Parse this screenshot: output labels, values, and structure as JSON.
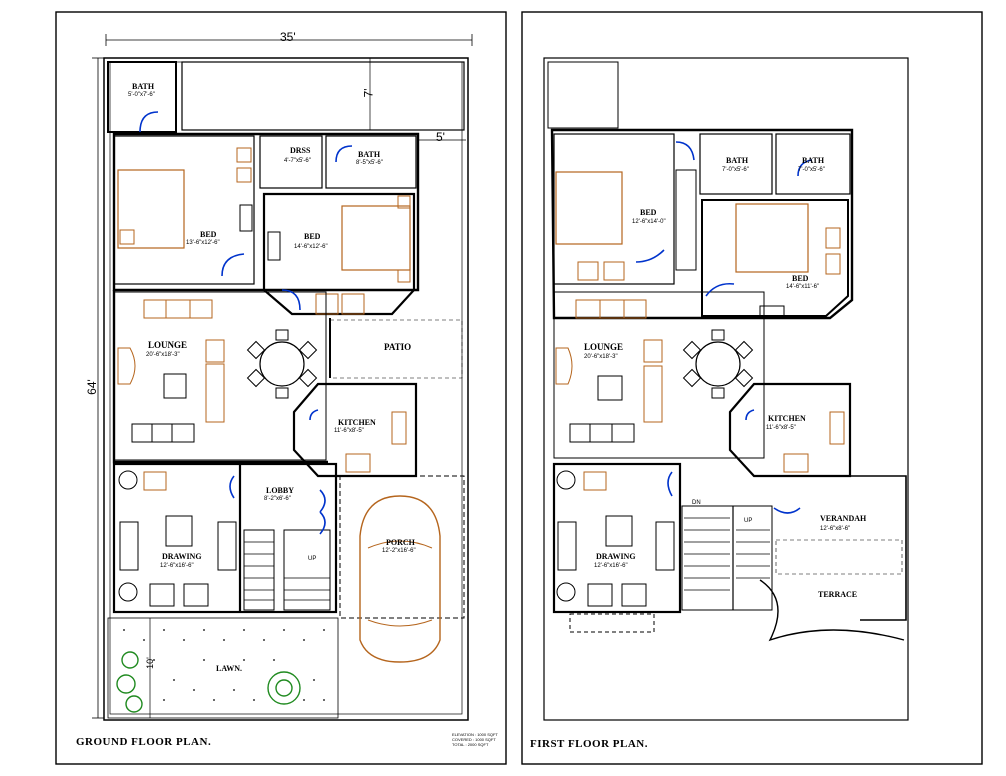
{
  "ground": {
    "dim_width": "35'",
    "dim_height": "64'",
    "dim_back": "7'",
    "dim_side": "5'",
    "dim_front": "10'",
    "rooms": {
      "bath1": {
        "name": "BATH",
        "size": "5'-0\"x7'-6\""
      },
      "bed1": {
        "name": "BED",
        "size": "13'-6\"x12'-6\""
      },
      "dress": {
        "name": "DRSS",
        "size": "4'-7\"x5'-6\""
      },
      "bath2": {
        "name": "BATH",
        "size": "8'-5\"x5'-6\""
      },
      "bed2": {
        "name": "BED",
        "size": "14'-6\"x12'-6\""
      },
      "lounge": {
        "name": "LOUNGE",
        "size": "20'-6\"x18'-3\""
      },
      "patio": {
        "name": "PATIO",
        "size": ""
      },
      "kitchen": {
        "name": "KITCHEN",
        "size": "11'-6\"x8'-5\""
      },
      "lobby": {
        "name": "LOBBY",
        "size": "8'-2\"x6'-6\""
      },
      "drawing": {
        "name": "DRAWING",
        "size": "12'-6\"x16'-6\""
      },
      "porch": {
        "name": "PORCH",
        "size": "12'-2\"x16'-6\""
      },
      "lawn": {
        "name": "LAWN.",
        "size": ""
      }
    },
    "up_label": "UP",
    "title": "GROUND FLOOR PLAN.",
    "notes": [
      "ELEVATION : 1000 SQFT",
      "COVERED : 1000 SQFT",
      "TOTAL : 2000 SQFT"
    ]
  },
  "first": {
    "rooms": {
      "bath1": {
        "name": "BATH",
        "size": "7'-0\"x5'-6\""
      },
      "bath2": {
        "name": "BATH",
        "size": "7'-0\"x5'-6\""
      },
      "bed1": {
        "name": "BED",
        "size": "12'-6\"x14'-0\""
      },
      "bed2": {
        "name": "BED",
        "size": "14'-6\"x11'-6\""
      },
      "lounge": {
        "name": "LOUNGE",
        "size": "20'-6\"x18'-3\""
      },
      "kitchen": {
        "name": "KITCHEN",
        "size": "11'-6\"x8'-5\""
      },
      "verandah": {
        "name": "VERANDAH",
        "size": "12'-6\"x8'-6\""
      },
      "drawing": {
        "name": "DRAWING",
        "size": "12'-6\"x16'-6\""
      },
      "terrace": {
        "name": "TERRACE",
        "size": ""
      }
    },
    "dn_label": "DN",
    "up_label": "UP",
    "title": "FIRST FLOOR PLAN."
  },
  "colors": {
    "wall": "#000000",
    "furniture": "#b5651d",
    "door": "#0033cc",
    "plant": "#1f8a1f"
  }
}
